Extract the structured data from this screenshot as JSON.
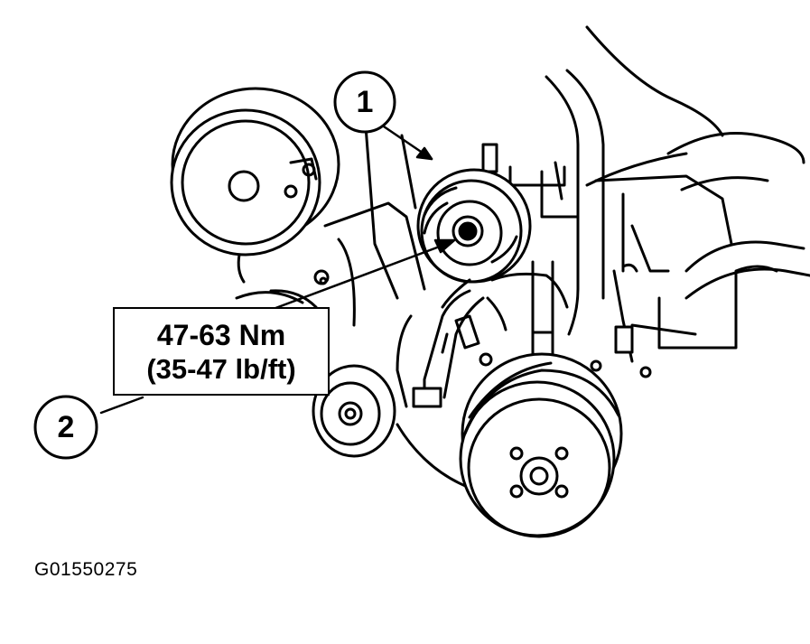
{
  "callouts": {
    "one": "1",
    "two": "2"
  },
  "torque": {
    "metric": "47-63 Nm",
    "imperial": "(35-47 lb/ft)"
  },
  "figure_code": "G01550275",
  "colors": {
    "line": "#000000",
    "background": "#ffffff"
  }
}
